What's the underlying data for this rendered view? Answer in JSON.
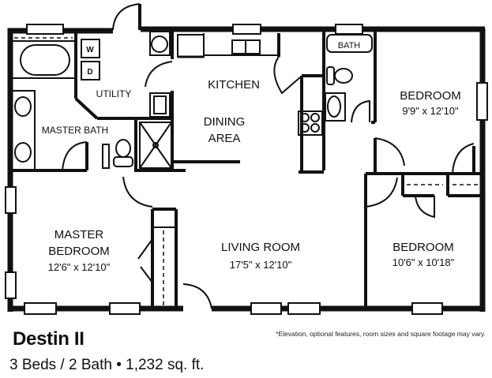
{
  "plan": {
    "name": "Destin II",
    "summary": "3 Beds / 2 Bath • 1,232 sq. ft.",
    "disclaimer": "*Elevation, optional features, room sizes and square footage may vary.",
    "colors": {
      "wall": "#111111",
      "background": "#ffffff"
    }
  },
  "rooms": {
    "utility": {
      "label": "UTILITY"
    },
    "washer": {
      "label": "W"
    },
    "dryer": {
      "label": "D"
    },
    "master_bath": {
      "label": "MASTER BATH"
    },
    "kitchen": {
      "label": "KITCHEN"
    },
    "dining": {
      "line1": "DINING",
      "line2": "AREA"
    },
    "bath": {
      "label": "BATH"
    },
    "bedroom_2": {
      "label": "BEDROOM",
      "dims": "9'9\" x 12'10\""
    },
    "master_bedroom": {
      "line1": "MASTER",
      "line2": "BEDROOM",
      "dims": "12'6\" x 12'10\""
    },
    "living_room": {
      "label": "LIVING ROOM",
      "dims": "17'5\" x 12'10\""
    },
    "bedroom_3": {
      "label": "BEDROOM",
      "dims": "10'6\" x 10'18\""
    }
  }
}
